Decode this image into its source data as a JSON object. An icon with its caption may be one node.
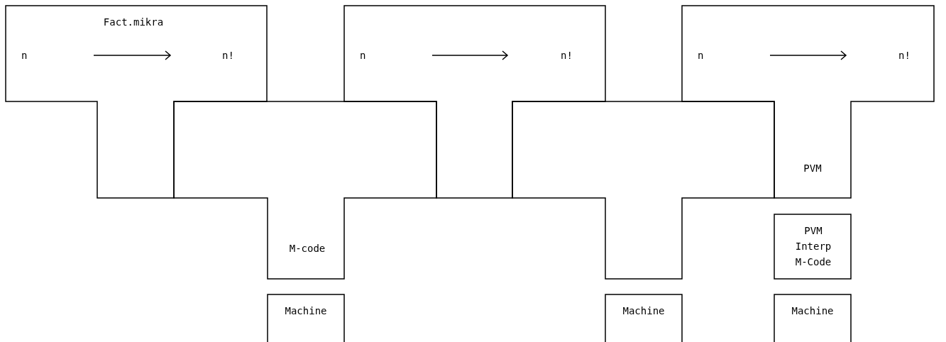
{
  "diagram": {
    "nodes": [
      {
        "text": [
          "Fact.mikra",
          "n",
          "n!"
        ]
      },
      {
        "text": [
          "n",
          "n!"
        ]
      },
      {
        "text": [
          "n",
          "n!",
          "PVM"
        ]
      },
      {
        "text": [
          "M-code"
        ]
      },
      {
        "text": [],
        "shape": "tee"
      },
      {
        "text": [
          "PVM Interp M-Code"
        ]
      },
      {
        "text": [
          "Machine"
        ]
      },
      {
        "text": [
          "Machine"
        ]
      },
      {
        "text": [
          "Machine"
        ]
      }
    ]
  }
}
